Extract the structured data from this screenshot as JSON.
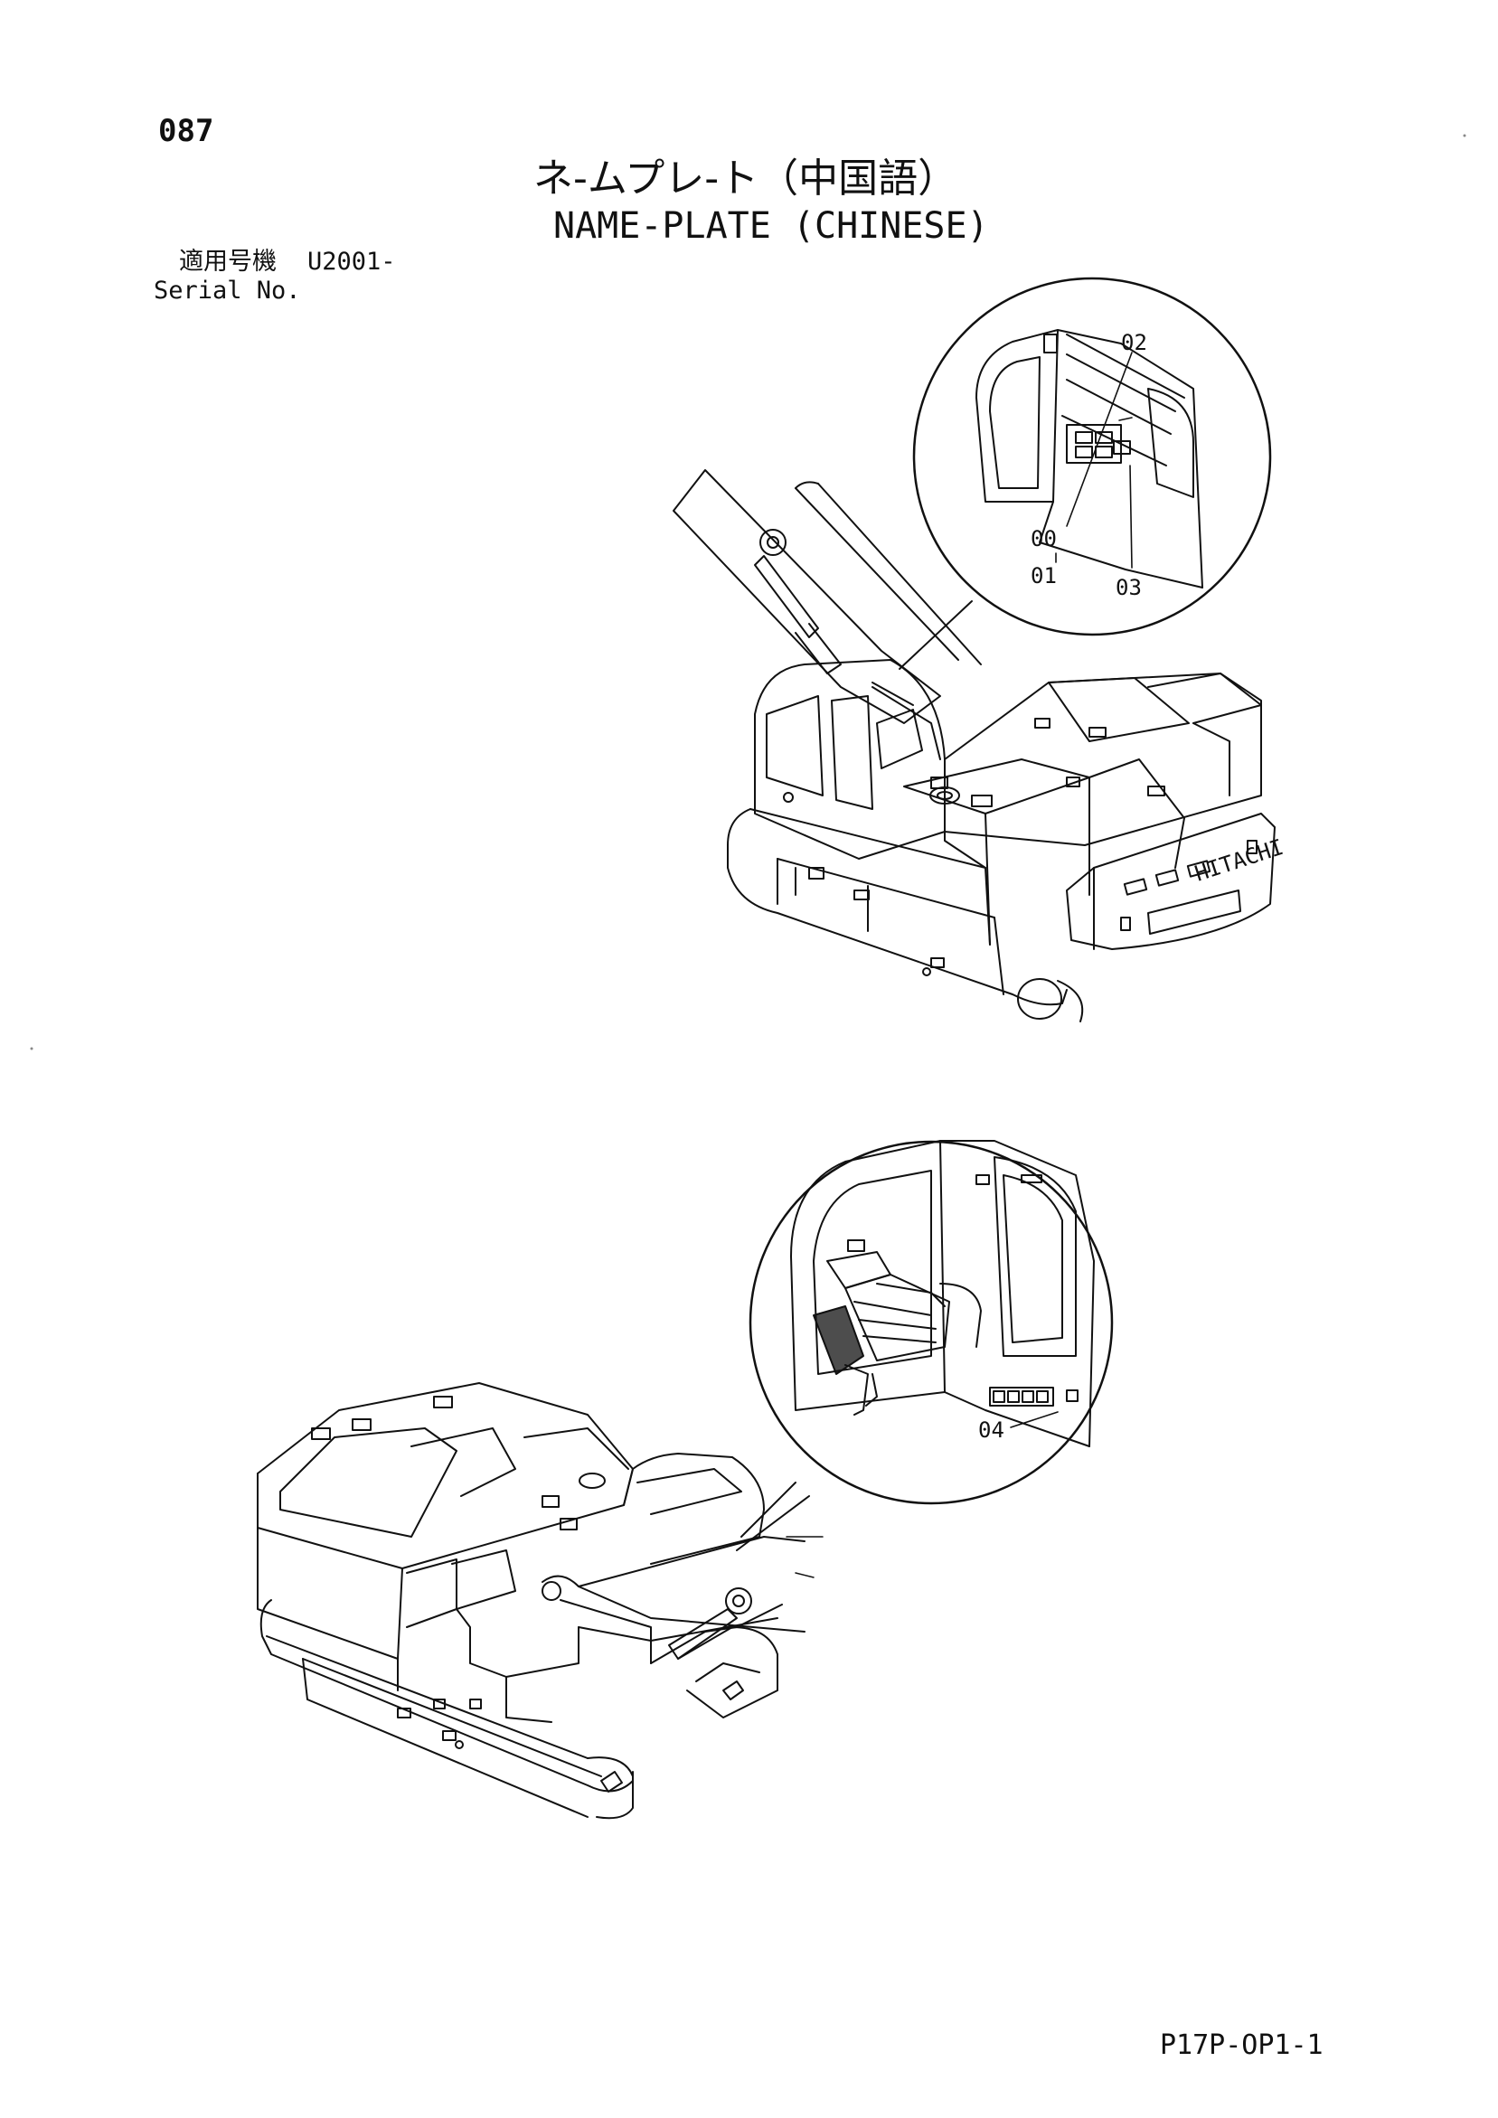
{
  "header": {
    "page_number": "087",
    "title_jp": "ネ-ムプレ-ト（中国語）",
    "title_en": "NAME-PLATE (CHINESE)",
    "serial_label_jp": "適用号機",
    "serial_value": "U2001-",
    "serial_label_en": "Serial No."
  },
  "callouts": {
    "top": [
      "02",
      "00",
      "01",
      "03"
    ],
    "bottom": [
      "04"
    ]
  },
  "brand": "HITACHI",
  "footer": {
    "code": "P17P-OP1-1"
  }
}
